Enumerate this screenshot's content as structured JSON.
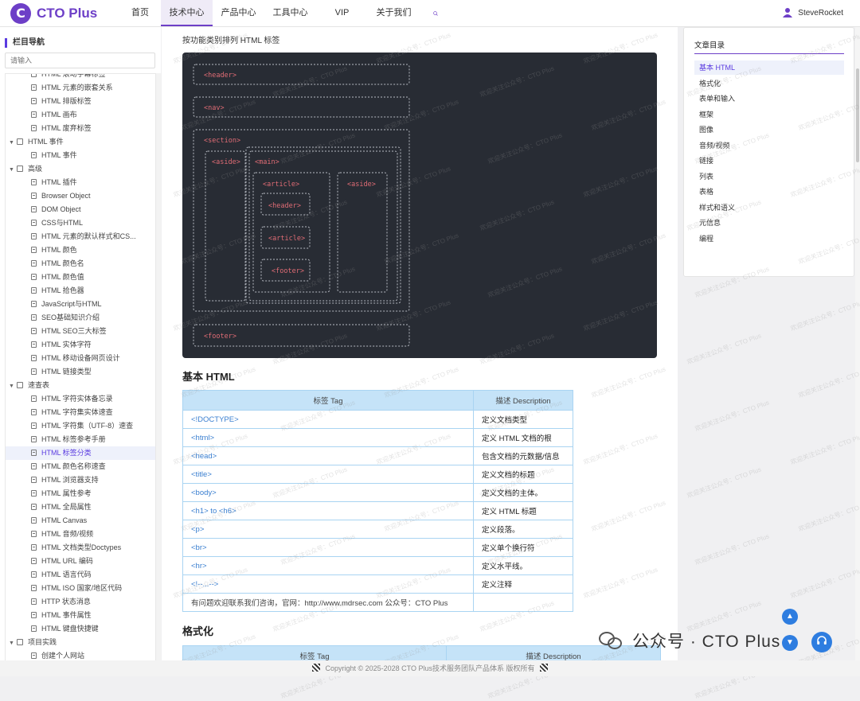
{
  "brand": {
    "logo_letter": "C",
    "name": "CTO Plus",
    "color": "#6d3fc7"
  },
  "nav": {
    "items": [
      "首页",
      "技术中心",
      "产品中心",
      "工具中心",
      "VIP",
      "关于我们"
    ],
    "active_index": 1,
    "search_icon": "search-icon"
  },
  "user": {
    "name": "SteveRocket",
    "icon": "user-icon"
  },
  "sidebar": {
    "title": "栏目导航",
    "search_placeholder": "请输入",
    "items": [
      {
        "label": "HTML 滚动字幕标签",
        "type": "leaf"
      },
      {
        "label": "HTML 元素的嵌套关系",
        "type": "leaf"
      },
      {
        "label": "HTML 排版标签",
        "type": "leaf"
      },
      {
        "label": "HTML 画布",
        "type": "leaf"
      },
      {
        "label": "HTML 废弃标签",
        "type": "leaf"
      },
      {
        "label": "HTML 事件",
        "type": "folder"
      },
      {
        "label": "HTML 事件",
        "type": "leaf"
      },
      {
        "label": "高级",
        "type": "folder"
      },
      {
        "label": "HTML 插件",
        "type": "leaf"
      },
      {
        "label": "Browser Object",
        "type": "leaf"
      },
      {
        "label": "DOM Object",
        "type": "leaf"
      },
      {
        "label": "CSS与HTML",
        "type": "leaf"
      },
      {
        "label": "HTML 元素的默认样式和CS...",
        "type": "leaf"
      },
      {
        "label": "HTML 颜色",
        "type": "leaf"
      },
      {
        "label": "HTML 颜色名",
        "type": "leaf"
      },
      {
        "label": "HTML 颜色值",
        "type": "leaf"
      },
      {
        "label": "HTML 拾色器",
        "type": "leaf"
      },
      {
        "label": "JavaScript与HTML",
        "type": "leaf"
      },
      {
        "label": "SEO基础知识介绍",
        "type": "leaf"
      },
      {
        "label": "HTML SEO三大标签",
        "type": "leaf"
      },
      {
        "label": "HTML 实体字符",
        "type": "leaf"
      },
      {
        "label": "HTML 移动设备网页设计",
        "type": "leaf"
      },
      {
        "label": "HTML 链接类型",
        "type": "leaf"
      },
      {
        "label": "速查表",
        "type": "folder"
      },
      {
        "label": "HTML 字符实体备忘录",
        "type": "leaf"
      },
      {
        "label": "HTML 字符集实体速查",
        "type": "leaf"
      },
      {
        "label": "HTML 字符集（UTF-8）速查",
        "type": "leaf"
      },
      {
        "label": "HTML 标签参考手册",
        "type": "leaf"
      },
      {
        "label": "HTML 标签分类",
        "type": "leaf",
        "active": true
      },
      {
        "label": "HTML 颜色名称速查",
        "type": "leaf"
      },
      {
        "label": "HTML 浏览器支持",
        "type": "leaf"
      },
      {
        "label": "HTML 属性参考",
        "type": "leaf"
      },
      {
        "label": "HTML 全局属性",
        "type": "leaf"
      },
      {
        "label": "HTML Canvas",
        "type": "leaf"
      },
      {
        "label": "HTML 音频/视频",
        "type": "leaf"
      },
      {
        "label": "HTML 文档类型Doctypes",
        "type": "leaf"
      },
      {
        "label": "HTML URL 编码",
        "type": "leaf"
      },
      {
        "label": "HTML 语言代码",
        "type": "leaf"
      },
      {
        "label": "HTML ISO 国家/地区代码",
        "type": "leaf"
      },
      {
        "label": "HTTP 状态消息",
        "type": "leaf"
      },
      {
        "label": "HTML 事件属性",
        "type": "leaf"
      },
      {
        "label": "HTML 键盘快捷键",
        "type": "leaf"
      },
      {
        "label": "项目实践",
        "type": "folder"
      },
      {
        "label": "创建个人网站",
        "type": "leaf"
      }
    ]
  },
  "main": {
    "intro": "按功能类别排列 HTML 标签",
    "diagram_tags": {
      "header": "<header>",
      "nav": "<nav>",
      "section": "<section>",
      "aside_left": "<aside>",
      "main": "<main>",
      "article": "<article>",
      "aside_right": "<aside>",
      "inner_header": "<header>",
      "inner_article": "<article>",
      "inner_footer": "<footer>",
      "footer": "<footer>"
    },
    "section1_title": "基本 HTML",
    "table1": {
      "headers": [
        "标签 Tag",
        "描述 Description"
      ],
      "rows": [
        [
          "<!DOCTYPE>",
          "定义文档类型"
        ],
        [
          "<html>",
          "定义 HTML 文档的根"
        ],
        [
          "<head>",
          "包含文档的元数据/信息"
        ],
        [
          "<title>",
          "定义文档的标题"
        ],
        [
          "<body>",
          "定义文档的主体。"
        ],
        [
          "<h1> to <h6>",
          "定义 HTML 标题"
        ],
        [
          "<p>",
          "定义段落。"
        ],
        [
          "<br>",
          "定义单个换行符"
        ],
        [
          "<hr>",
          "定义水平线。"
        ],
        [
          "<!--...-->",
          "定义注释"
        ]
      ],
      "note": "有问题欢迎联系我们咨询，官网：http://www.mdrsec.com 公众号：CTO Plus"
    },
    "section2_title": "格式化",
    "table2": {
      "headers": [
        "标签 Tag",
        "描述 Description"
      ]
    }
  },
  "toc": {
    "title": "文章目录",
    "items": [
      "基本 HTML",
      "格式化",
      "表单和输入",
      "框架",
      "图像",
      "音频/视频",
      "链接",
      "列表",
      "表格",
      "样式和语义",
      "元信息",
      "编程"
    ],
    "active_index": 0
  },
  "footer": {
    "text": "Copyright © 2025-2028 CTO Plus技术服务团队产品体系 版权所有"
  },
  "wechat": {
    "text": "公众号 · CTO Plus"
  },
  "watermark": "欢迎关注公众号：CTO Plus",
  "float_buttons": {
    "top_icon": "arrow-up-icon",
    "down_icon": "arrow-down-icon",
    "headset_icon": "headset-icon"
  }
}
